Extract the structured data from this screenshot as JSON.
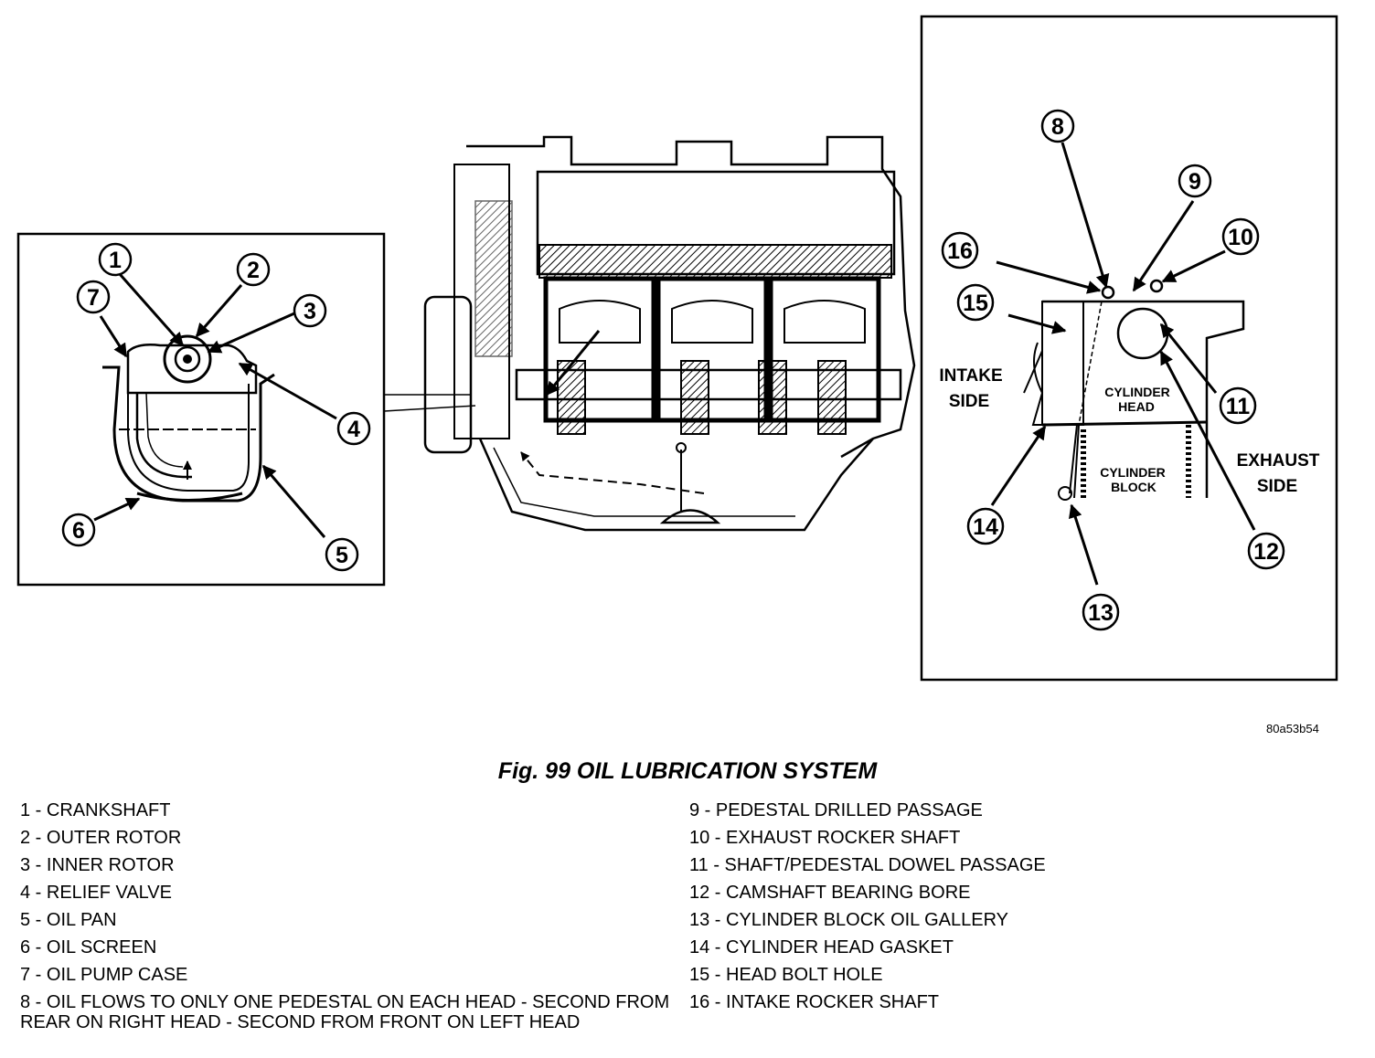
{
  "figure": {
    "code": "80a53b54",
    "title": "Fig. 99 OIL LUBRICATION SYSTEM"
  },
  "callouts": [
    "1",
    "2",
    "3",
    "4",
    "5",
    "6",
    "7",
    "8",
    "9",
    "10",
    "11",
    "12",
    "13",
    "14",
    "15",
    "16"
  ],
  "labels": {
    "intake_side": [
      "INTAKE",
      "SIDE"
    ],
    "exhaust_side": [
      "EXHAUST",
      "SIDE"
    ],
    "cylinder_head": [
      "CYLINDER",
      "HEAD"
    ],
    "cylinder_block": [
      "CYLINDER",
      "BLOCK"
    ]
  },
  "legend": {
    "left": [
      "1 - CRANKSHAFT",
      "2 - OUTER ROTOR",
      "3 - INNER ROTOR",
      "4 - RELIEF VALVE",
      "5 - OIL PAN",
      "6 - OIL SCREEN",
      "7 - OIL PUMP CASE",
      "8 - OIL FLOWS TO ONLY ONE PEDESTAL ON EACH HEAD - SECOND FROM REAR ON RIGHT HEAD - SECOND FROM FRONT ON LEFT HEAD"
    ],
    "right": [
      "9 - PEDESTAL DRILLED PASSAGE",
      "10 - EXHAUST ROCKER SHAFT",
      "11 - SHAFT/PEDESTAL DOWEL PASSAGE",
      "12 - CAMSHAFT BEARING BORE",
      "13 - CYLINDER BLOCK OIL GALLERY",
      "14 - CYLINDER HEAD GASKET",
      "15 - HEAD BOLT HOLE",
      "16 - INTAKE ROCKER SHAFT"
    ]
  }
}
